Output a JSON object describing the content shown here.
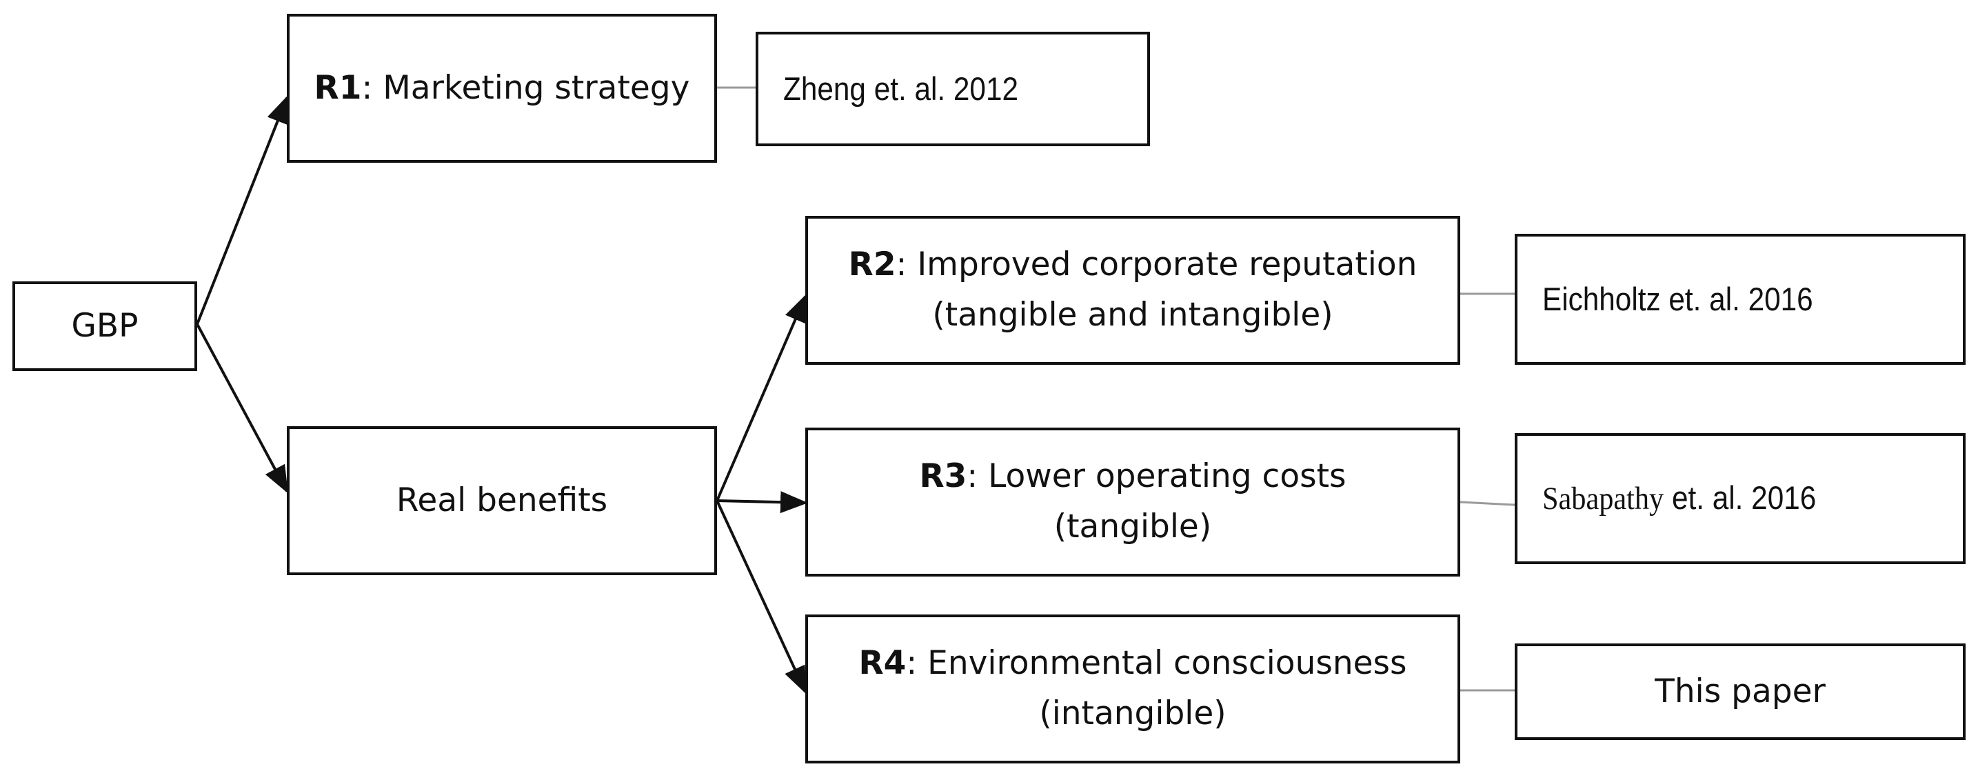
{
  "nodes": {
    "gbp": {
      "label": "GBP"
    },
    "r1": {
      "code": "R1",
      "text": ": Marketing strategy"
    },
    "real_benefits": {
      "label": "Real benefits"
    },
    "r2": {
      "code": "R2",
      "text": ": Improved corporate reputation",
      "line2": "(tangible and intangible)"
    },
    "r3": {
      "code": "R3",
      "text": ": Lower operating costs",
      "line2": "(tangible)"
    },
    "r4": {
      "code": "R4",
      "text": ": Environmental consciousness",
      "line2": "(intangible)"
    }
  },
  "references": {
    "r1": "Zheng et. al. 2012",
    "r2": "Eichholtz et. al. 2016",
    "r3_name": "Sabapathy",
    "r3_rest": " et. al. 2016",
    "r4": "This paper"
  }
}
